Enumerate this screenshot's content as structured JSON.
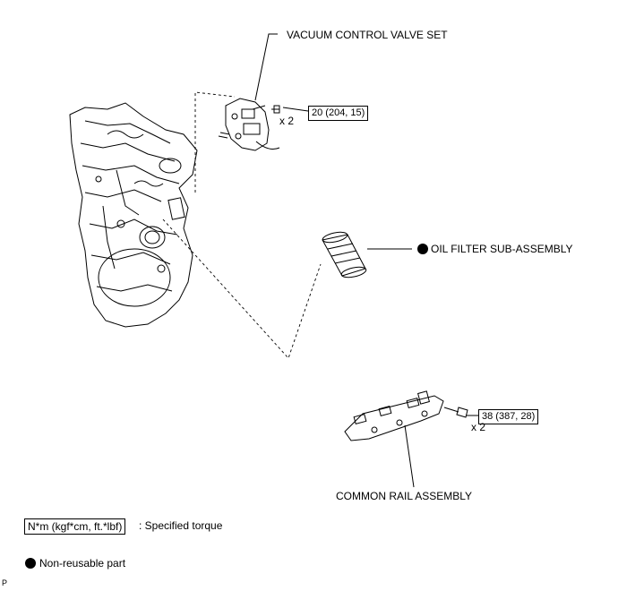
{
  "labels": {
    "vacuum_valve": "VACUUM CONTROL VALVE SET",
    "oil_filter": "OIL FILTER SUB-ASSEMBLY",
    "common_rail": "COMMON RAIL ASSEMBLY"
  },
  "torque": {
    "vacuum": "20 (204, 15)",
    "rail": "38 (387, 28)"
  },
  "qty": {
    "vacuum": "x 2",
    "rail": "x 2"
  },
  "legend": {
    "torque_box": "N*m (kgf*cm, ft.*lbf)",
    "torque_text": ": Specified torque",
    "nonreusable_text": "Non-reusable part"
  },
  "corner_code": "P"
}
